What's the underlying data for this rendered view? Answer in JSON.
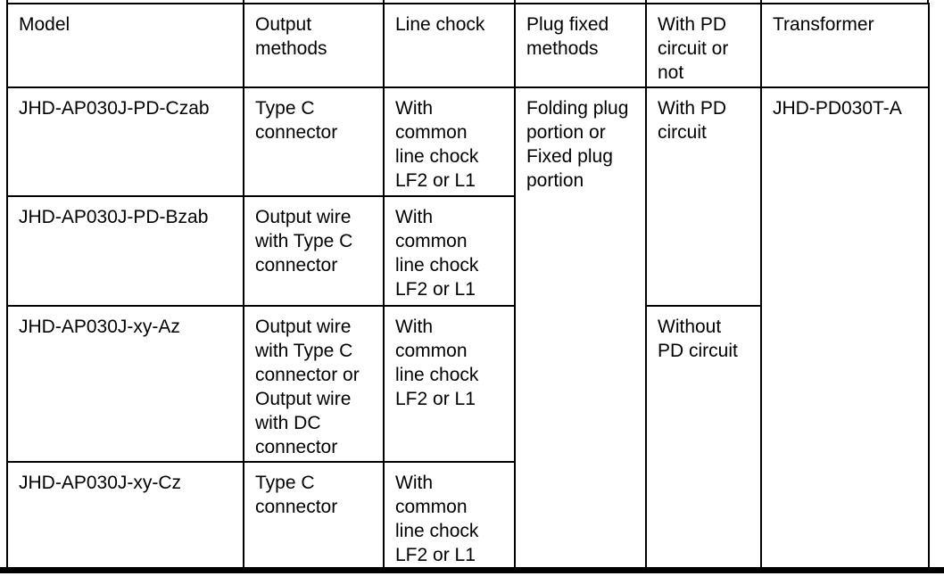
{
  "page": {
    "background_color": "#ffffff",
    "text_color": "#000000",
    "border_color": "#000000"
  },
  "table": {
    "headers": {
      "model": "Model",
      "output": "Output\nmethods",
      "chock": "Line chock",
      "plug": "Plug fixed\nmethods",
      "pd": "With PD\ncircuit or\nnot",
      "transformer": "Transformer"
    },
    "rows": [
      {
        "model": "JHD-AP030J-PD-Czab",
        "output": "Type C\nconnector",
        "chock": "With\ncommon\nline chock\nLF2 or L1"
      },
      {
        "model": "JHD-AP030J-PD-Bzab",
        "output": "Output wire\nwith Type C\nconnector",
        "chock": "With\ncommon\nline chock\nLF2 or L1"
      },
      {
        "model": "JHD-AP030J-xy-Az",
        "output": "Output wire\nwith Type C\nconnector or\nOutput wire\nwith DC\nconnector",
        "chock": "With\ncommon\nline chock\nLF2 or L1"
      },
      {
        "model": "JHD-AP030J-xy-Cz",
        "output": "Type C\nconnector",
        "chock": "With\ncommon\nline chock\nLF2 or L1"
      }
    ],
    "merged": {
      "plug_fixed_methods": "Folding plug\nportion or\nFixed plug\nportion",
      "with_pd_circuit": "With PD\ncircuit",
      "without_pd_circuit": "Without\nPD circuit",
      "transformer": "JHD-PD030T-A"
    }
  }
}
